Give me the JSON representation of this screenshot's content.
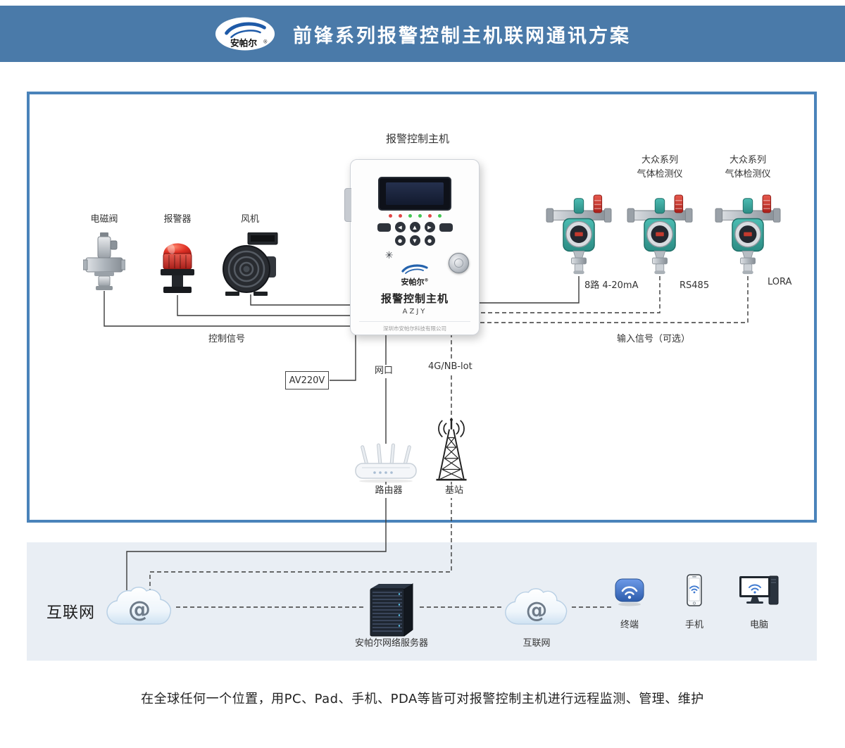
{
  "header": {
    "logo_text": "安帕尔",
    "logo_reg": "®",
    "title": "前锋系列报警控制主机联网通讯方案"
  },
  "diagram": {
    "host": {
      "top_label": "报警控制主机",
      "brand": "安帕尔",
      "brand_reg": "®",
      "name": "报警控制主机",
      "model": "AZJY",
      "company": "深圳市安帕尔科技有限公司"
    },
    "left_devices": [
      {
        "label": "电磁阀"
      },
      {
        "label": "报警器"
      },
      {
        "label": "风机"
      }
    ],
    "detectors": [
      {
        "port_label": "8路 4-20mA"
      },
      {
        "top_label": "大众系列\n气体检测仪",
        "port_label": "RS485"
      },
      {
        "top_label": "大众系列\n气体检测仪",
        "port_label": "LORA"
      }
    ],
    "labels": {
      "control_signal": "控制信号",
      "input_signal": "输入信号（可选）",
      "power": "AV220V",
      "net_port": "网口",
      "cellular": "4G/NB-lot",
      "router": "路由器",
      "base_station": "基站"
    }
  },
  "network": {
    "internet_label": "互联网",
    "cloud1_symbol": "@",
    "server_label": "安帕尔网络服务器",
    "cloud2_label": "互联网",
    "cloud2_symbol": "@",
    "endpoints": [
      {
        "label": "终端"
      },
      {
        "label": "手机"
      },
      {
        "label": "电脑"
      }
    ]
  },
  "footer": {
    "caption": "在全球任何一个位置，用PC、Pad、手机、PDA等皆可对报警控制主机进行远程监测、管理、维护"
  },
  "icons": {
    "left_arrow": "◀",
    "up_arrow": "▲",
    "right_arrow": "▶",
    "down_arrow": "▼",
    "power_dot": "●",
    "buzzer": "✳"
  }
}
